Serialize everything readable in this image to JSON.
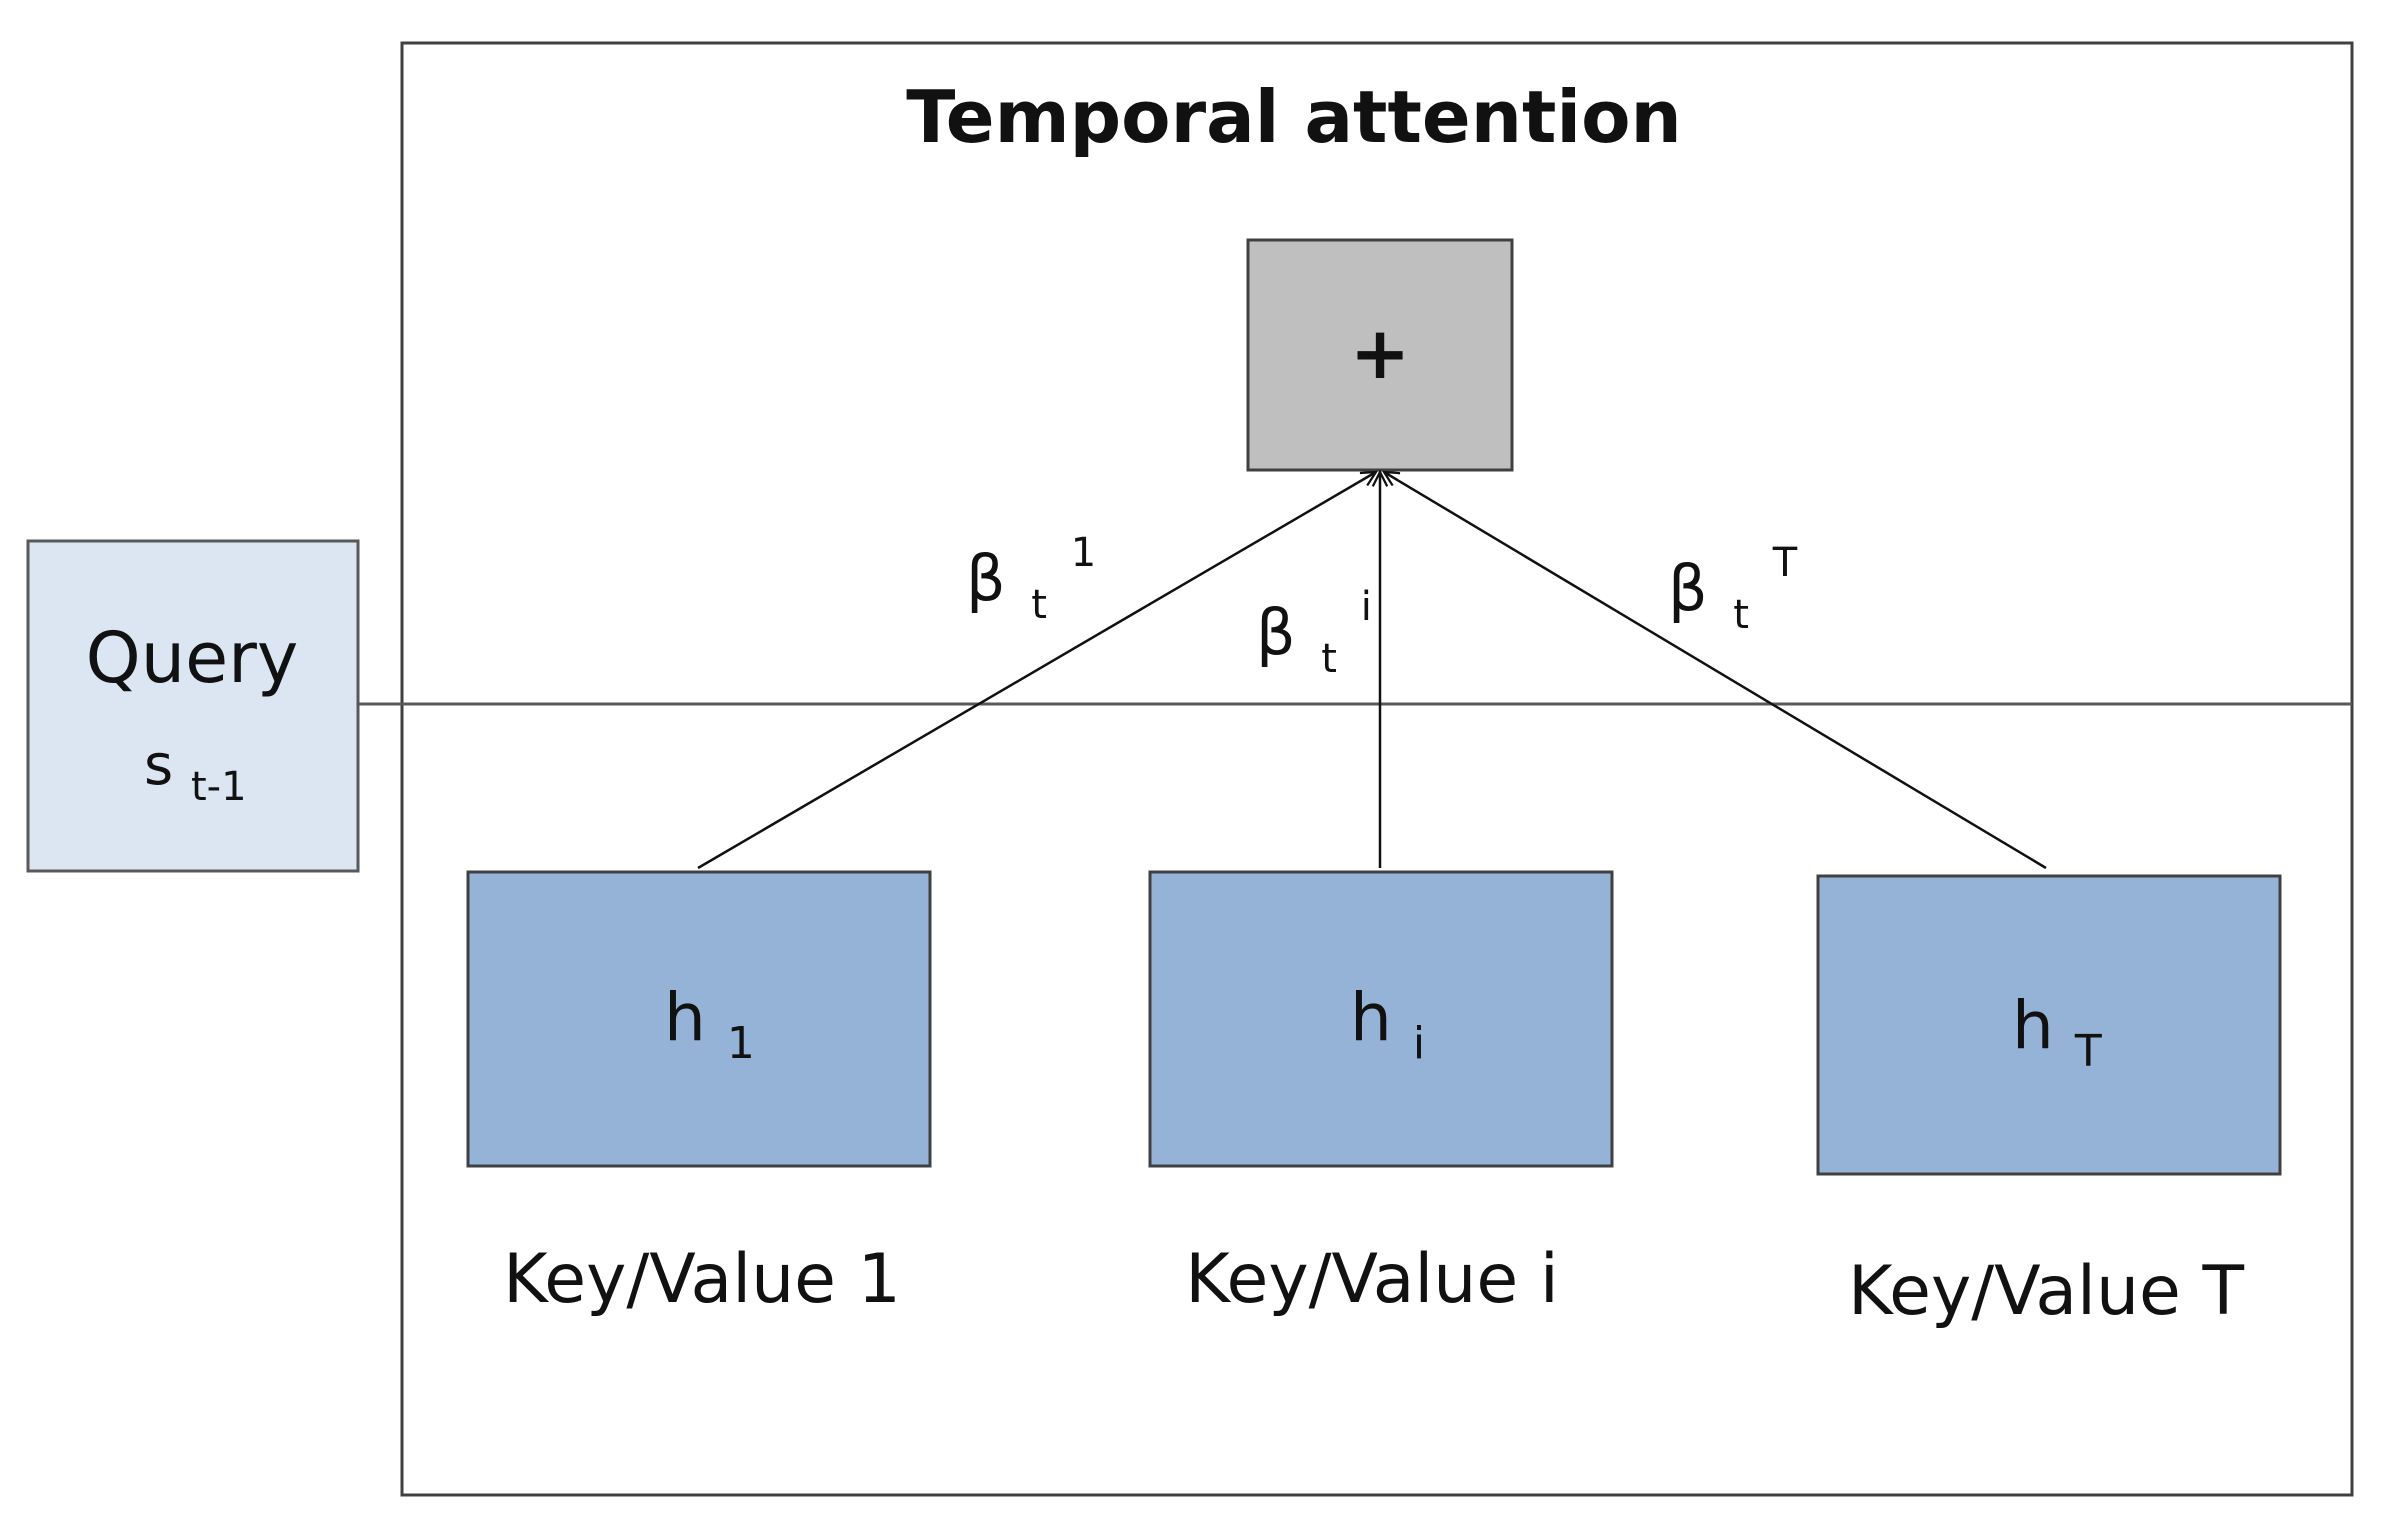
{
  "title": "Temporal attention",
  "sum_node": {
    "symbol": "+"
  },
  "query": {
    "label": "Query",
    "state_base": "s",
    "state_sub": "t-1"
  },
  "hidden": [
    {
      "base": "h",
      "sub": "1",
      "caption": "Key/Value 1"
    },
    {
      "base": "h",
      "sub": "i",
      "caption": "Key/Value i"
    },
    {
      "base": "h",
      "sub": "T",
      "caption": "Key/Value T"
    }
  ],
  "weights": [
    {
      "base": "β",
      "sub": "t",
      "sup": "1"
    },
    {
      "base": "β",
      "sub": "t",
      "sup": "i"
    },
    {
      "base": "β",
      "sub": "t",
      "sup": "T"
    }
  ],
  "colors": {
    "query_fill": "#dce6f2",
    "hidden_fill": "#95b3d7",
    "sum_fill": "#bfbfbf",
    "border": "#404040"
  }
}
